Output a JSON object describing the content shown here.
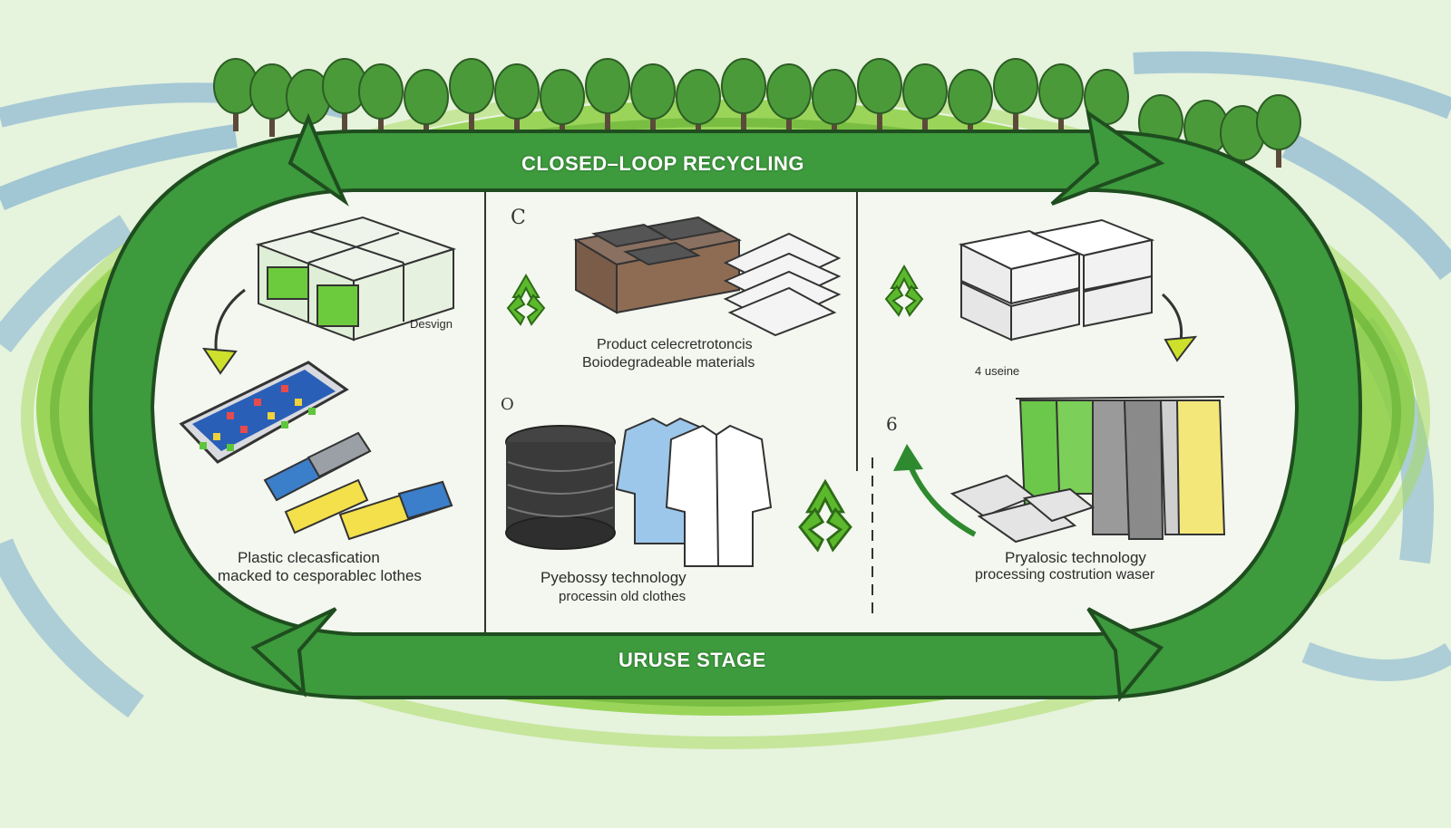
{
  "banners": {
    "top": "CLOSED–LOOP RECYCLING",
    "bottom": "URUSE STAGE"
  },
  "panel1": {
    "design_label": "Desvign",
    "caption_line1": "Plastic clecasfication",
    "caption_line2": "macked to cesporablec lothes"
  },
  "panel2": {
    "marker_top": "C",
    "marker_mid": "O",
    "caption_top_line1": "Product celecretrotoncis",
    "caption_top_line2": "Boiodegradeable materials",
    "caption_line1": "Pyebossy technology",
    "caption_line2": "processin old clothes"
  },
  "panel3": {
    "small_label": "4 useine",
    "marker": "6",
    "caption_line1": "Pryalosic technology",
    "caption_line2": "processing costrution waser"
  },
  "icons": [
    "recycle-icon",
    "recycle-icon",
    "recycle-icon",
    "recycle-icon"
  ],
  "colors": {
    "arrow_green": "#3d9a3d",
    "loop_green": "#3d9a3d",
    "grass": "#7cc43a",
    "sky_scribble": "#3f86c9",
    "tree": "#4a9a3a",
    "recycle": "#5cb82d"
  }
}
